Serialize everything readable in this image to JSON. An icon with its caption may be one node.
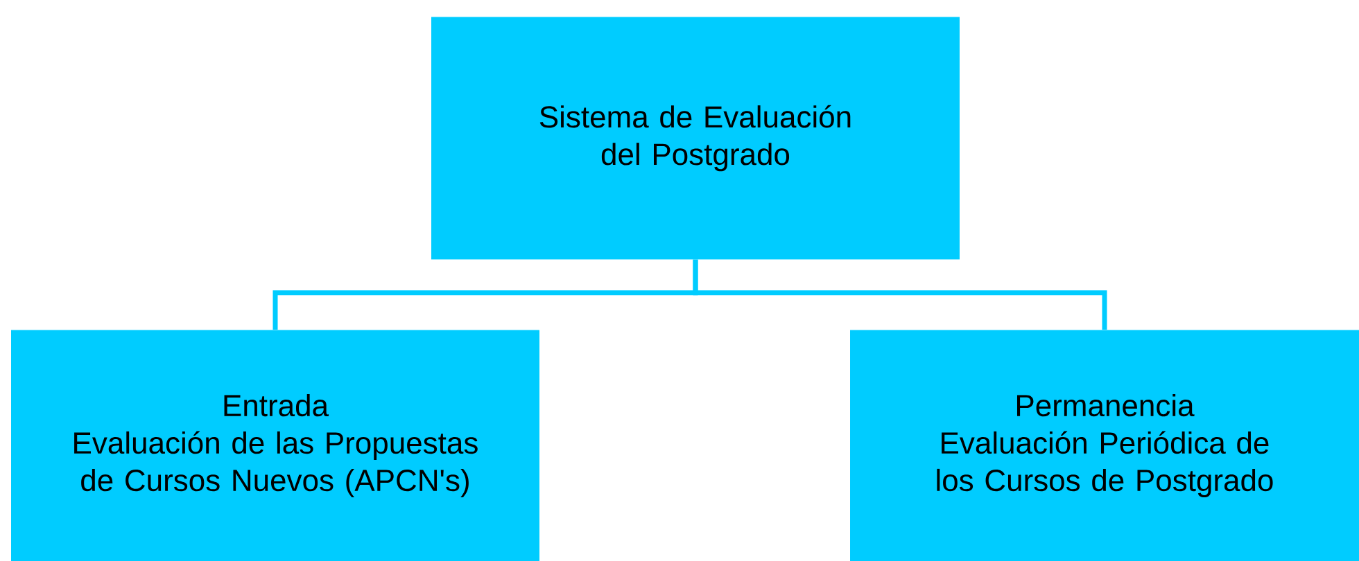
{
  "diagram": {
    "nodes": [
      {
        "text": [
          "Sistema de Evaluación del Postgrado"
        ]
      },
      {
        "text": [
          "Entrada",
          "Evaluación de las Propuestas de Cursos Nuevos (APCN's)"
        ]
      },
      {
        "text": [
          "Permanencia",
          "Evaluación Periódica de los Cursos de Postgrado"
        ]
      }
    ],
    "edges": [
      {
        "from": 0,
        "to": 1,
        "arrow": "none"
      },
      {
        "from": 0,
        "to": 2,
        "arrow": "none"
      }
    ]
  }
}
